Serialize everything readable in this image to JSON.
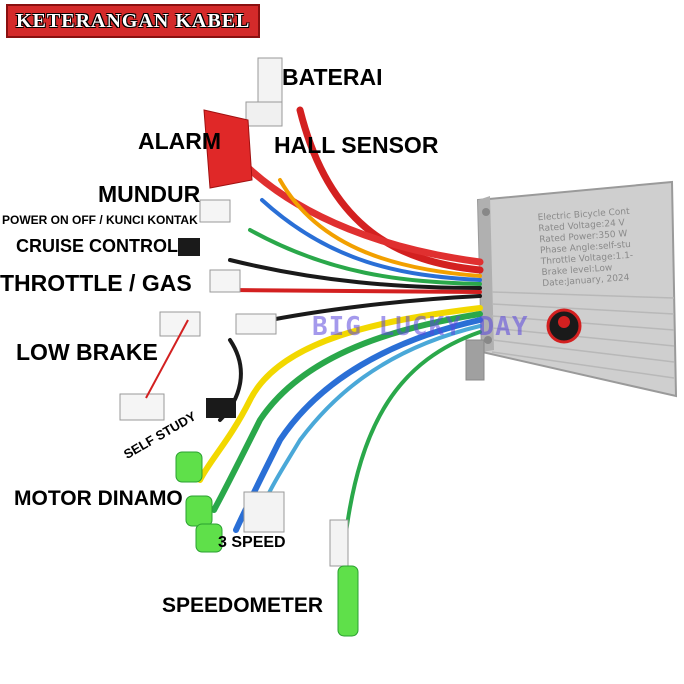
{
  "title": "KETERANGAN KABEL",
  "labels": {
    "baterai": "BATERAI",
    "alarm": "ALARM",
    "hall_sensor": "HALL SENSOR",
    "mundur": "MUNDUR",
    "power": "POWER ON OFF / KUNCI KONTAK",
    "cruise": "CRUISE CONTROL",
    "throttle": "THROTTLE / GAS",
    "low_brake": "LOW BRAKE",
    "self_study": "SELF STUDY",
    "motor_dinamo": "MOTOR DINAMO",
    "three_speed": "3 SPEED",
    "speedometer": "SPEEDOMETER"
  },
  "watermark": "BIG LUCKY DAY",
  "controller_label": [
    "Electric Bicycle Cont",
    "Rated Voltage:24 V",
    "Rated Power:350 W",
    "Phase Angle:self-stu",
    "Throttle Voltage:1.1-",
    "Brake level:Low",
    "Date:January, 2024"
  ],
  "colors": {
    "banner": "#d42a2a",
    "controller": "#c8c8c8",
    "wire_red": "#d32020",
    "wire_yellow": "#f2d800",
    "wire_green": "#2aa84a",
    "wire_blue": "#2a6fd6",
    "wire_black": "#1a1a1a",
    "connector_green": "#5fe04a"
  }
}
